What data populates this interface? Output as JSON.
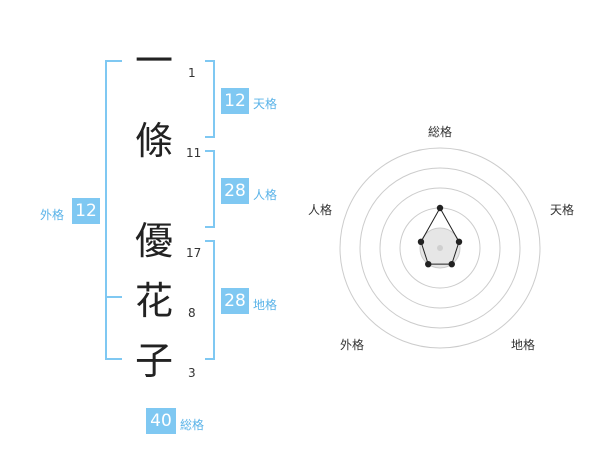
{
  "name": {
    "chars": [
      {
        "char": "一",
        "strokes": "1"
      },
      {
        "char": "條",
        "strokes": "11"
      },
      {
        "char": "優",
        "strokes": "17"
      },
      {
        "char": "花",
        "strokes": "8"
      },
      {
        "char": "子",
        "strokes": "3"
      }
    ]
  },
  "fortune": {
    "tenkaku": {
      "value": "12",
      "label": "天格"
    },
    "jinkaku": {
      "value": "28",
      "label": "人格"
    },
    "chikaku": {
      "value": "28",
      "label": "地格"
    },
    "gaikaku": {
      "value": "12",
      "label": "外格"
    },
    "soukaku": {
      "value": "40",
      "label": "総格"
    }
  },
  "radar": {
    "axes": [
      "総格",
      "天格",
      "地格",
      "外格",
      "人格"
    ],
    "values": [
      2,
      1,
      1,
      1,
      1
    ],
    "max": 5,
    "line_color": "#222222",
    "ring_color": "#cccccc"
  }
}
